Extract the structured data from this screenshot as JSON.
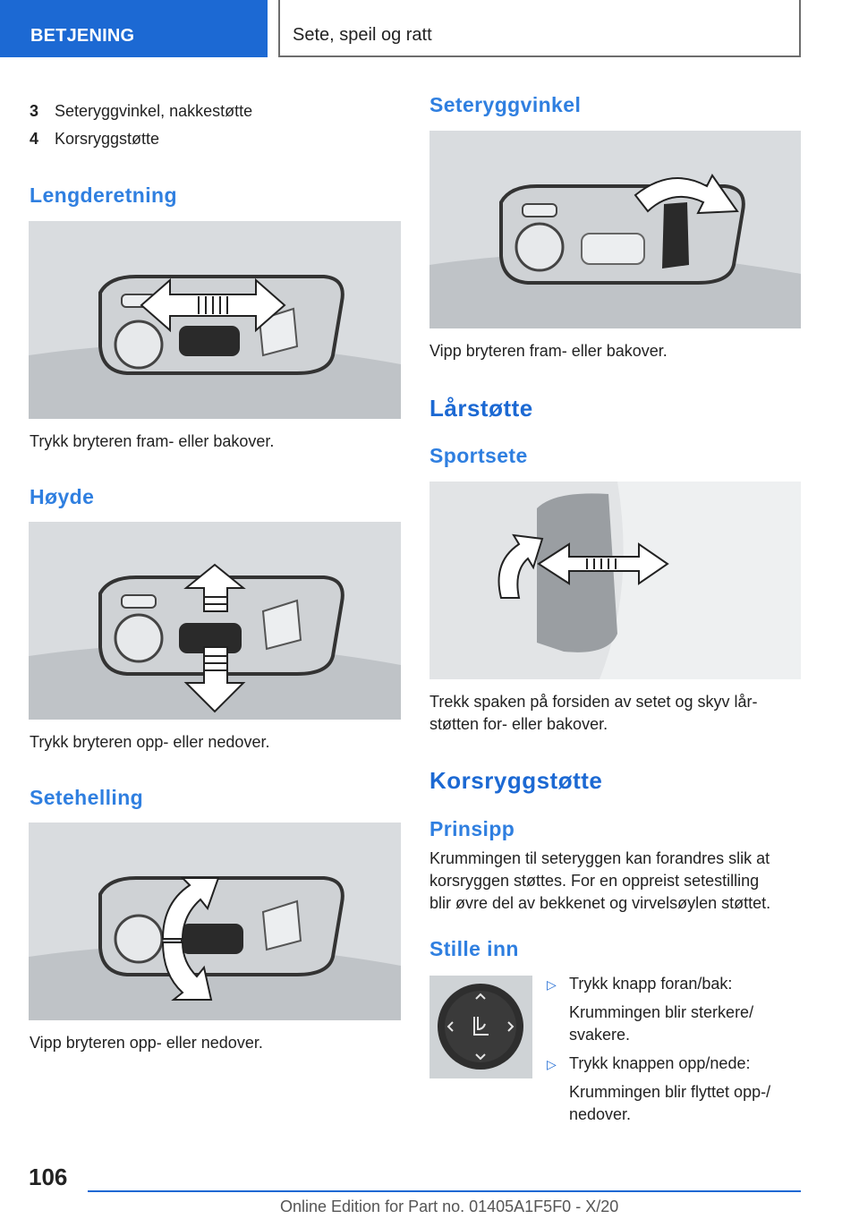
{
  "header": {
    "section": "BETJENING",
    "chapter": "Sete, speil og ratt"
  },
  "left": {
    "list": [
      {
        "num": "3",
        "text": "Seteryggvinkel, nakkestøtte"
      },
      {
        "num": "4",
        "text": "Korsryggstøtte"
      }
    ],
    "sections": [
      {
        "heading": "Lengderetning",
        "caption": "Trykk bryteren fram- eller bakover."
      },
      {
        "heading": "Høyde",
        "caption": "Trykk bryteren opp- eller nedover."
      },
      {
        "heading": "Setehelling",
        "caption": "Vipp bryteren opp- eller nedover."
      }
    ]
  },
  "right": {
    "seteryggvinkel": {
      "heading": "Seteryggvinkel",
      "caption": "Vipp bryteren fram- eller bakover."
    },
    "larstotte": {
      "heading": "Lårstøtte",
      "subheading": "Sportsete",
      "caption_l1": "Trekk spaken på forsiden av setet og skyv lår-",
      "caption_l2": "støtten for- eller bakover."
    },
    "korsrygg": {
      "heading": "Korsryggstøtte",
      "prinsipp": "Prinsipp",
      "body_l1": "Krummingen til seteryggen kan forandres slik at",
      "body_l2": "korsryggen støttes. For en oppreist setestilling",
      "body_l3": "blir øvre del av bekkenet og virvelsøylen støttet.",
      "stille_inn": "Stille inn",
      "bullets": [
        {
          "text": "Trykk knapp foran/bak:",
          "sub_l1": "Krummingen blir sterkere/",
          "sub_l2": "svakere."
        },
        {
          "text": "Trykk knappen opp/nede:",
          "sub_l1": "Krummingen blir flyttet opp-/",
          "sub_l2": "nedover."
        }
      ]
    }
  },
  "footer": {
    "page_number": "106",
    "edition": "Online Edition for Part no. 01405A1F5F0 - X/20"
  },
  "colors": {
    "brand_blue": "#1c69d3",
    "heading_blue": "#2f7fe0"
  }
}
